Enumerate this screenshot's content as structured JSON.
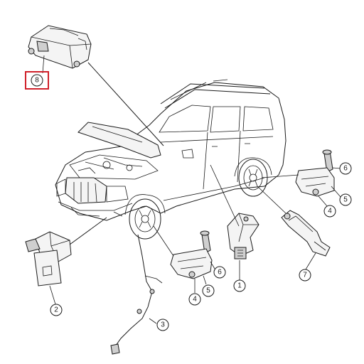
{
  "callouts": [
    {
      "id": "8",
      "label": "8",
      "highlighted": true
    },
    {
      "id": "6a",
      "label": "6"
    },
    {
      "id": "5a",
      "label": "5"
    },
    {
      "id": "4a",
      "label": "4"
    },
    {
      "id": "7",
      "label": "7"
    },
    {
      "id": "1",
      "label": "1"
    },
    {
      "id": "6b",
      "label": "6"
    },
    {
      "id": "5b",
      "label": "5"
    },
    {
      "id": "4b",
      "label": "4"
    },
    {
      "id": "2",
      "label": "2"
    },
    {
      "id": "3",
      "label": "3"
    }
  ],
  "colors": {
    "highlight": "#d0202a",
    "line": "#1a1a1a",
    "background": "#ffffff"
  }
}
